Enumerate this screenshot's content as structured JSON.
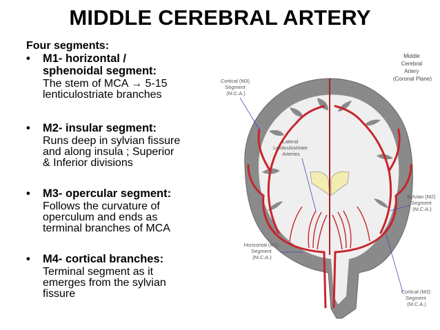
{
  "title": "MIDDLE CEREBRAL ARTERY",
  "intro": "Four segments:",
  "bullet_glyph": "•",
  "segments": [
    {
      "heading": [
        "M1- horizontal /",
        "sphenoidal segment:"
      ],
      "body": [
        "The stem of MCA → 5-15",
        "lenticulostriate branches"
      ]
    },
    {
      "heading": [
        "M2- insular segment:"
      ],
      "body": [
        "Runs deep in sylvian fissure",
        "and along insula ; Superior",
        "& Inferior divisions"
      ]
    },
    {
      "heading": [
        "M3- opercular segment:"
      ],
      "body": [
        "Follows the curvature of",
        "operculum and ends as",
        "terminal branches of MCA"
      ]
    },
    {
      "heading": [
        "M4- cortical branches:"
      ],
      "body": [
        "Terminal segment as it",
        "emerges from the sylvian",
        "fissure"
      ]
    }
  ],
  "figure": {
    "caption": [
      "Middle",
      "Cerebral",
      "Artery",
      "(Coronal Plane)"
    ],
    "labels": {
      "cortical_top": [
        "Cortical (M3)",
        "Segment",
        "(M.C.A.)"
      ],
      "lenticulostriate": [
        "Lateral",
        "Lenticulostriate",
        "Arteries"
      ],
      "sylvian": [
        "Sylvian (M2)",
        "Segment",
        "(M.C.A.)"
      ],
      "horizontal": [
        "Horizontal (M1)",
        "Segment",
        "(M.C.A.)"
      ],
      "cortical_bottom": [
        "Cortical (M3)",
        "Segment",
        "(M.C.A.)"
      ]
    }
  },
  "colors": {
    "artery": "#c8242b",
    "grey_matter": "#8a8a8a",
    "white_matter": "#efefef",
    "ventricle": "#f4ecb0",
    "label_line": "#4a4ac0"
  }
}
